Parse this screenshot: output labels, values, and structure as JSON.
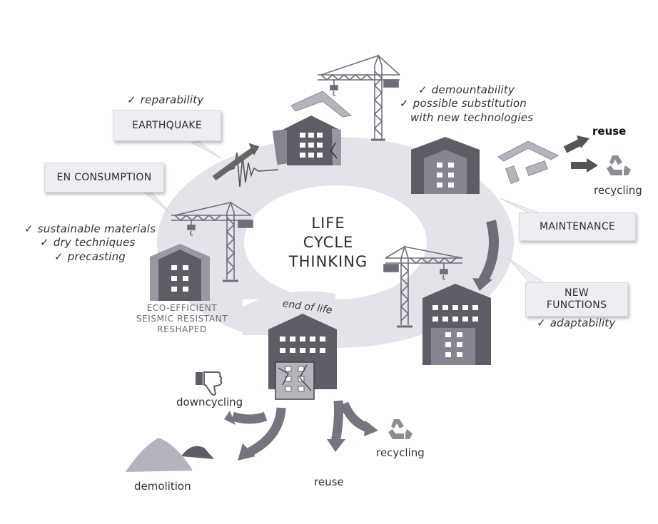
{
  "center": {
    "line1": "LIFE",
    "line2": "CYCLE",
    "line3": "THINKING"
  },
  "callouts": {
    "earthquake": "EARTHQUAKE",
    "en_consumption": "EN CONSUMPTION",
    "maintenance": "MAINTENANCE",
    "new_functions_1": "NEW",
    "new_functions_2": "FUNCTIONS"
  },
  "checklists": {
    "reparability": "reparability",
    "demountability": "demountability",
    "substitution_1": "possible substitution",
    "substitution_2": "with new technologies",
    "sustainable": "sustainable materials",
    "dry": "dry techniques",
    "precasting": "precasting",
    "adaptability": "adaptability",
    "check_symbol": "✓"
  },
  "labels": {
    "eco1": "ECO-EFFICIENT",
    "eco2": "SEISMIC RESISTANT",
    "eco3": "RESHAPED",
    "end_of_life": "end of life",
    "reuse_top": "reuse",
    "recycling_top": "recycling",
    "downcycling": "downcycling",
    "demolition": "demolition",
    "reuse_bottom": "reuse",
    "recycling_bottom": "recycling"
  },
  "icons": [
    "crane-icon",
    "building-icon",
    "recycle-icon",
    "thumbs-down-icon",
    "seismograph-icon",
    "rubble-pile-icon"
  ],
  "colors": {
    "ring": "#e6e5ec",
    "building": "#5e5d66",
    "accent": "#76757f",
    "arrow": "#6f6e78"
  }
}
